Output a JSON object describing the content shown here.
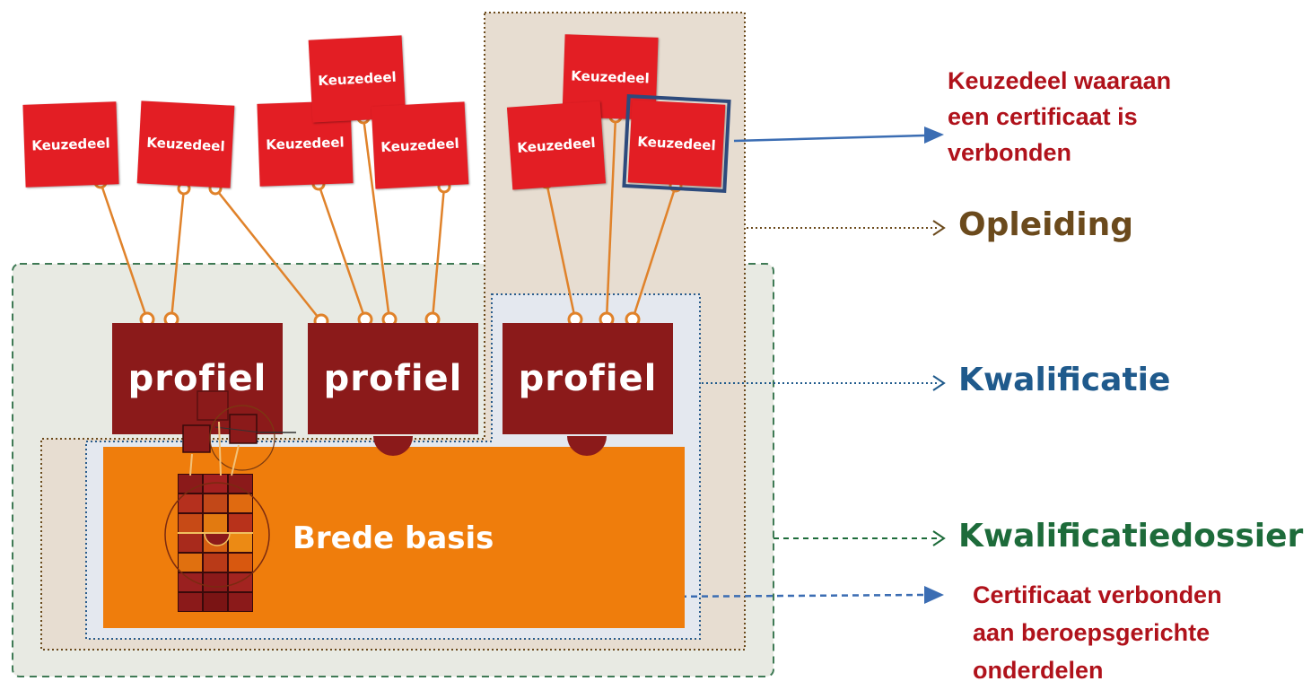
{
  "keuzedelen": [
    {
      "label": "Keuzedeel"
    },
    {
      "label": "Keuzedeel"
    },
    {
      "label": "Keuzedeel"
    },
    {
      "label": "Keuzedeel"
    },
    {
      "label": "Keuzedeel"
    },
    {
      "label": "Keuzedeel"
    },
    {
      "label": "Keuzedeel"
    },
    {
      "label": "Keuzedeel"
    }
  ],
  "profielen": [
    {
      "label": "profiel"
    },
    {
      "label": "profiel"
    },
    {
      "label": "profiel"
    }
  ],
  "brede_basis": {
    "label": "Brede basis"
  },
  "legend": {
    "opleiding": "Opleiding",
    "kwalificatie": "Kwalificatie",
    "kwalificatiedossier": "Kwalificatiedossier"
  },
  "notes": {
    "keuzedeel_certificaat": [
      "Keuzedeel waaraan",
      "een certificaat is",
      "verbonden"
    ],
    "certificaat_beroeps": [
      "Certificaat verbonden",
      "aan beroepsgerichte",
      "onderdelen"
    ]
  },
  "colors": {
    "keuzedeel": "#e31e24",
    "profiel": "#8b1a1a",
    "brede_basis": "#ef7d0c",
    "opleiding": "#6b4a1c",
    "kwalificatie": "#1f5a8c",
    "kwalificatiedossier": "#1d6b3a",
    "note_red": "#b0121b"
  }
}
